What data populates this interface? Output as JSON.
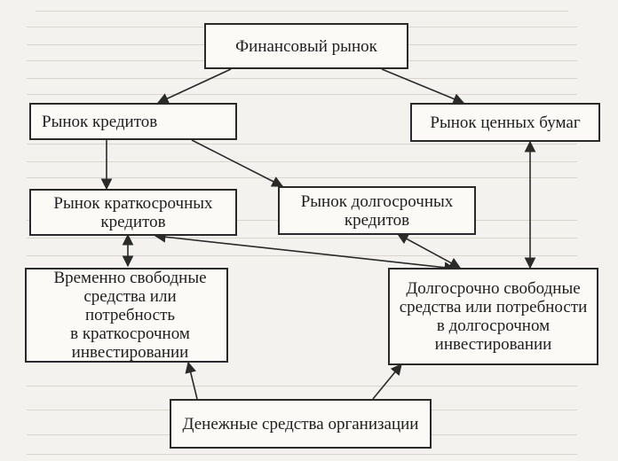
{
  "diagram": {
    "nodes": {
      "financial_market": "Финансовый рынок",
      "credit_market": "Рынок кредитов",
      "securities_market": "Рынок ценных бумаг",
      "short_term_credit": "Рынок краткосрочных\nкредитов",
      "long_term_credit": "Рынок долгосрочных\nкредитов",
      "short_term_funds": "Временно свободные\nсредства или потребность\nв краткосрочном\nинвестировании",
      "long_term_funds": "Долгосрочно свободные\nсредства или потребности\nв долгосрочном\nинвестировании",
      "company_cash": "Денежные средства организации"
    },
    "edges": [
      {
        "from": "financial_market",
        "to": "credit_market",
        "style": "single-arrow"
      },
      {
        "from": "financial_market",
        "to": "securities_market",
        "style": "single-arrow"
      },
      {
        "from": "credit_market",
        "to": "short_term_credit",
        "style": "single-arrow"
      },
      {
        "from": "credit_market",
        "to": "long_term_credit",
        "style": "single-arrow"
      },
      {
        "from": "short_term_credit",
        "to": "short_term_funds",
        "style": "double-arrow"
      },
      {
        "from": "short_term_credit",
        "to": "long_term_funds",
        "style": "double-arrow"
      },
      {
        "from": "long_term_credit",
        "to": "long_term_funds",
        "style": "double-arrow"
      },
      {
        "from": "securities_market",
        "to": "long_term_funds",
        "style": "double-arrow"
      },
      {
        "from": "company_cash",
        "to": "short_term_funds",
        "style": "single-arrow"
      },
      {
        "from": "company_cash",
        "to": "long_term_funds",
        "style": "single-arrow"
      }
    ],
    "colors": {
      "line": "#2a2a2a",
      "box_fill": "#fbfaf7",
      "page": "#f4f2ee"
    }
  }
}
